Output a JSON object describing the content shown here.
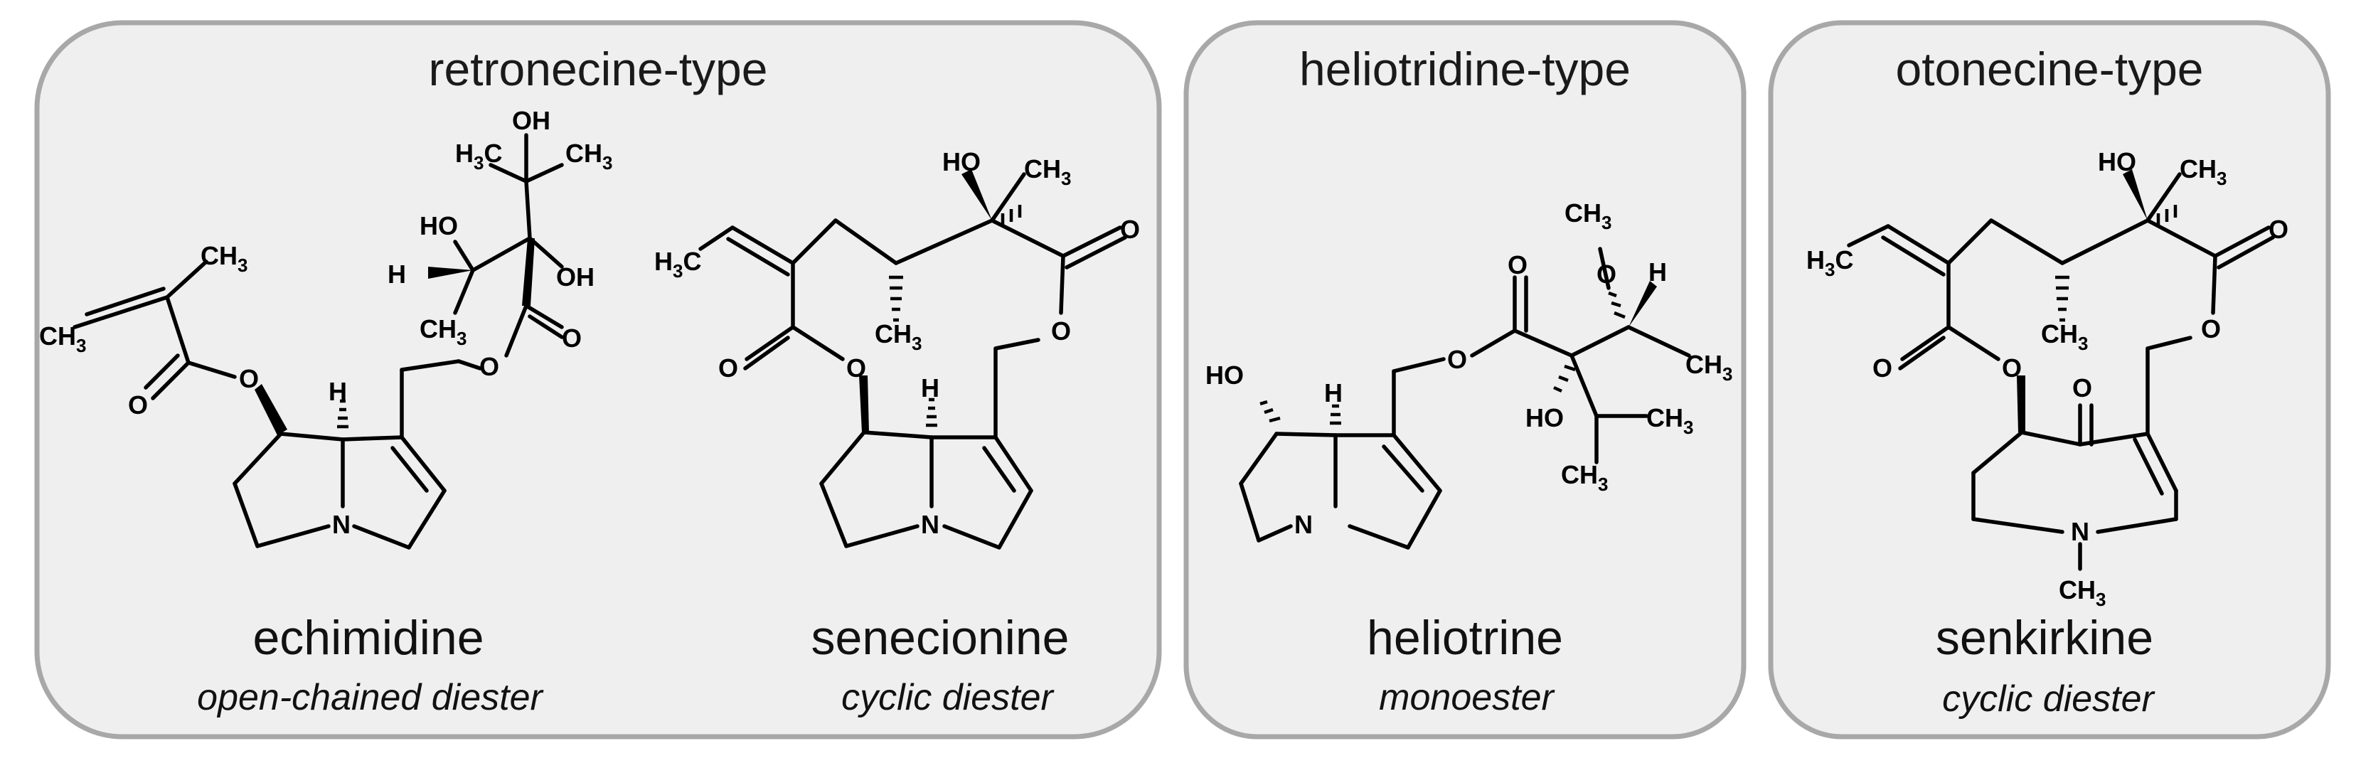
{
  "panels": [
    {
      "title": "retronecine-type",
      "compounds": [
        {
          "name": "echimidine",
          "descriptor": "open-chained diester"
        },
        {
          "name": "senecionine",
          "descriptor": "cyclic diester"
        }
      ]
    },
    {
      "title": "heliotridine-type",
      "compounds": [
        {
          "name": "heliotrine",
          "descriptor": "monoester"
        }
      ]
    },
    {
      "title": "otonecine-type",
      "compounds": [
        {
          "name": "senkirkine",
          "descriptor": "cyclic diester"
        }
      ]
    }
  ],
  "atom_labels": {
    "OH": "OH",
    "HO": "HO",
    "H": "H",
    "O": "O",
    "N": "N",
    "CH": "CH",
    "HC": "H",
    "C": "C",
    "sub3": "3"
  }
}
